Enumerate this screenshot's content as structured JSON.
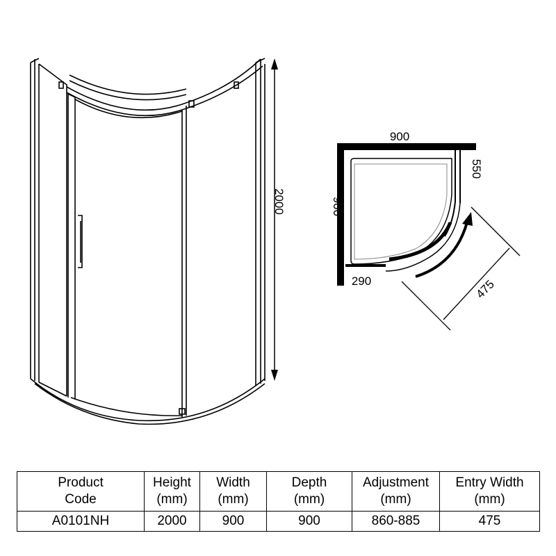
{
  "diagram": {
    "elevation_height_label": "2000",
    "plan_width_label": "900",
    "plan_depth_label": "900",
    "plan_side_panel_label": "550",
    "plan_return_label": "290",
    "plan_entry_label": "475"
  },
  "table": {
    "headers": [
      [
        "Product",
        "Code"
      ],
      [
        "Height",
        "(mm)"
      ],
      [
        "Width",
        "(mm)"
      ],
      [
        "Depth",
        "(mm)"
      ],
      [
        "Adjustment",
        "(mm)"
      ],
      [
        "Entry Width",
        "(mm)"
      ]
    ],
    "row": [
      "A0101NH",
      "2000",
      "900",
      "900",
      "860-885",
      "475"
    ]
  }
}
